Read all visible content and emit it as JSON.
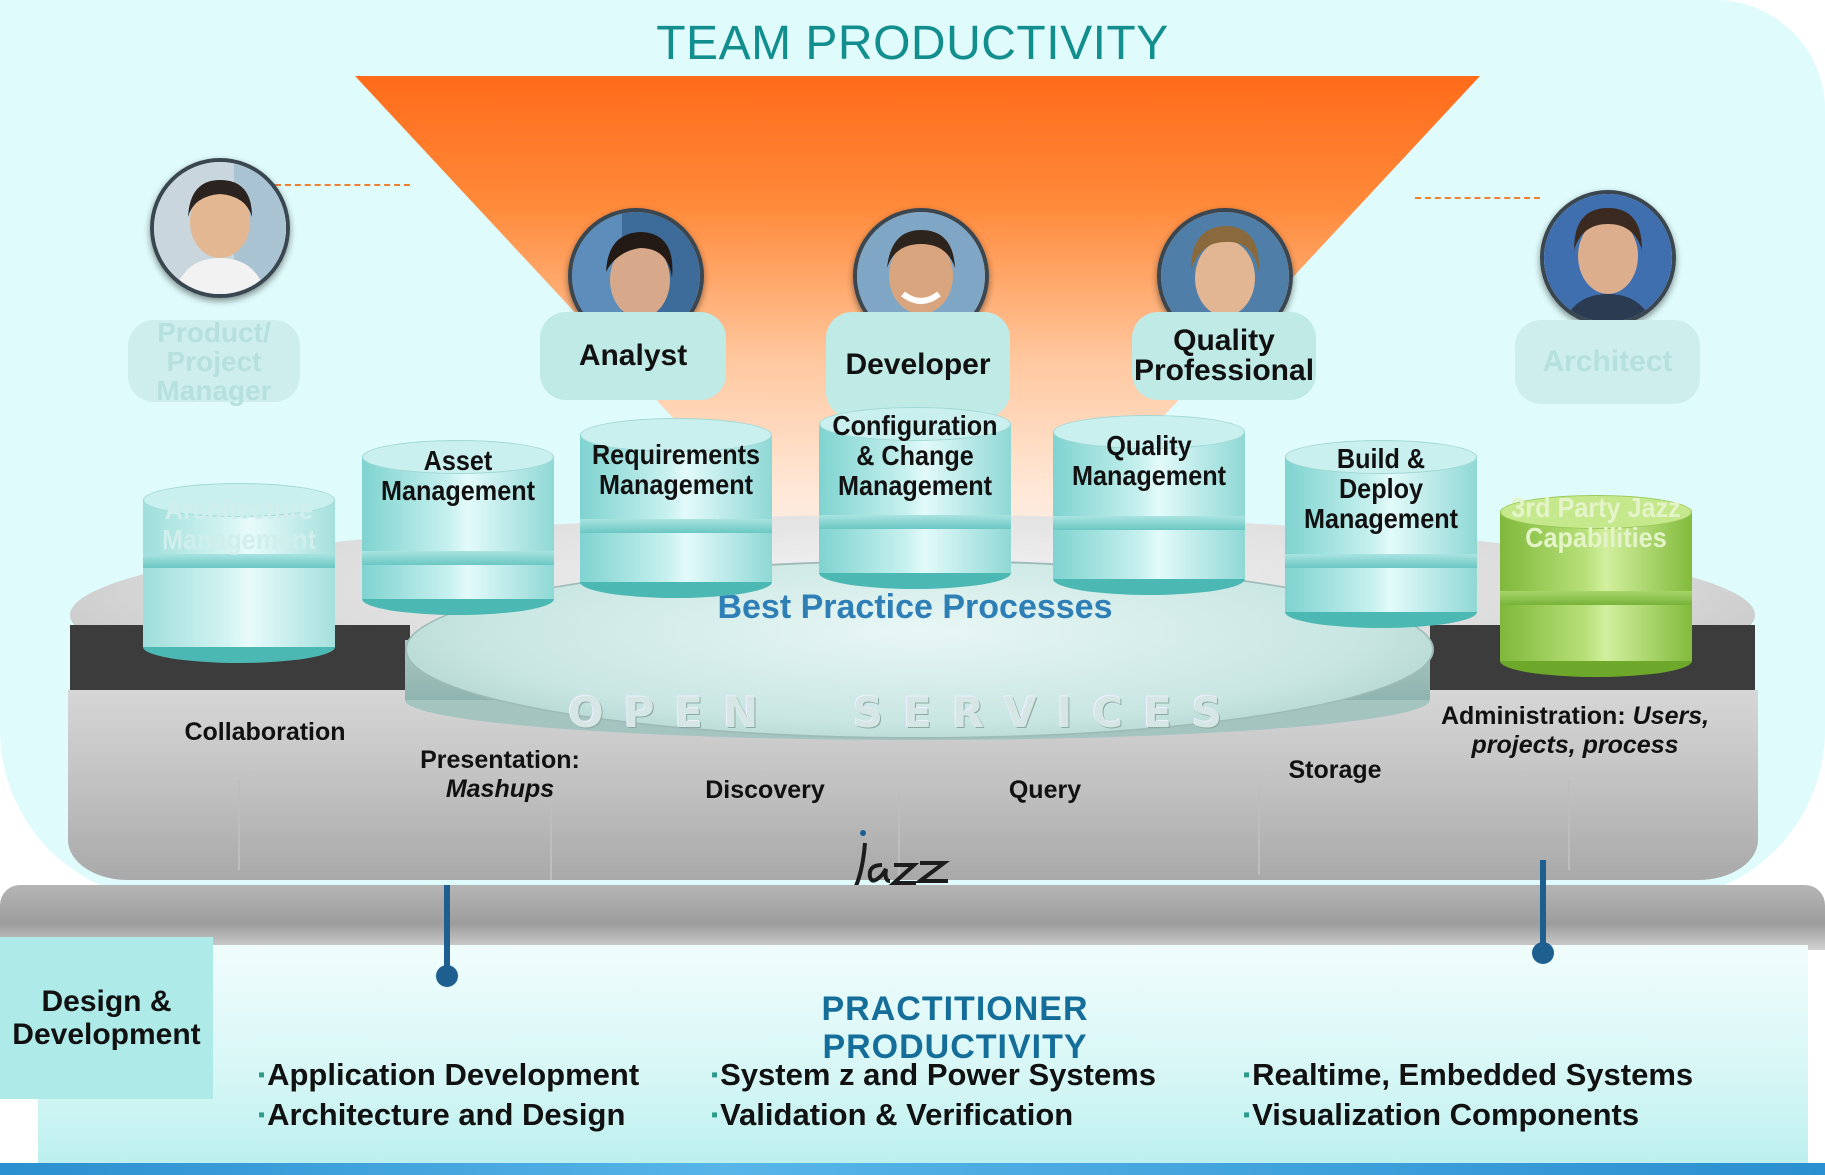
{
  "title": "TEAM PRODUCTIVITY",
  "roles": [
    {
      "id": "product-project-manager",
      "label": "Product/ Project Manager",
      "faded": true
    },
    {
      "id": "analyst",
      "label": "Analyst",
      "faded": false
    },
    {
      "id": "developer",
      "label": "Developer",
      "faded": false
    },
    {
      "id": "quality-professional",
      "label": "Quality Professional",
      "faded": false
    },
    {
      "id": "architect",
      "label": "Architect",
      "faded": true
    }
  ],
  "capabilities": [
    {
      "id": "architecture-management",
      "label": "Architecture Management",
      "faded": true
    },
    {
      "id": "asset-management",
      "label": "Asset Management"
    },
    {
      "id": "requirements-management",
      "label": "Requirements Management"
    },
    {
      "id": "configuration-change-management",
      "label": "Configuration & Change Management"
    },
    {
      "id": "quality-management",
      "label": "Quality Management"
    },
    {
      "id": "build-deploy-management",
      "label": "Build & Deploy Management"
    },
    {
      "id": "third-party-jazz-capabilities",
      "label": "3rd Party Jazz Capabilities",
      "faded": true
    }
  ],
  "platform": {
    "best_practice": "Best Practice Processes",
    "open_services": "OPEN SERVICES",
    "services": {
      "collaboration": "Collaboration",
      "presentation": "Presentation:",
      "presentation_sub": "Mashups",
      "discovery": "Discovery",
      "query": "Query",
      "storage": "Storage",
      "administration": "Administration:",
      "administration_sub": "Users, projects, process"
    },
    "logo": "Jazz"
  },
  "practitioner": {
    "title": "PRACTITIONER PRODUCTIVITY",
    "side_label": "Design & Development",
    "columns": [
      [
        "Application Development",
        "Architecture and Design"
      ],
      [
        "System z and Power Systems",
        "Validation & Verification"
      ],
      [
        "Realtime, Embedded Systems",
        "Visualization Components"
      ]
    ]
  },
  "colors": {
    "title": "#138e8e",
    "funnel_top": "#ff6b1a",
    "teal": "#4cb8b4",
    "green": "#7fb83a",
    "practitioner_title": "#156e99",
    "best_practice": "#2e7fb6"
  }
}
